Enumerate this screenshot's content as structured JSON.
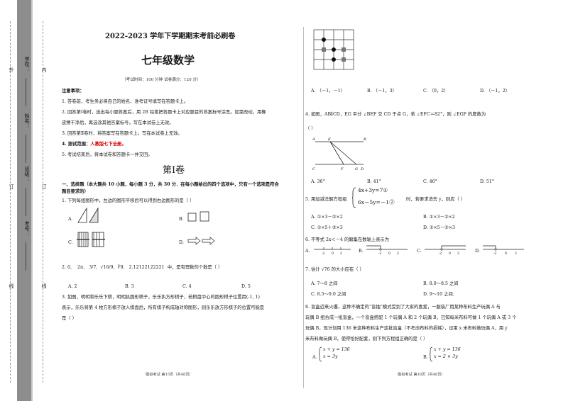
{
  "binding": {
    "outer_chars": [
      "外",
      "订",
      "线"
    ],
    "inner_chars": [
      "内",
      "订",
      "线"
    ],
    "fields": [
      "学校：",
      "姓名：",
      "班级：",
      "考号："
    ]
  },
  "left_page": {
    "header": "2022-2023 学年下学期期末考前必刷卷",
    "subject": "七年级数学",
    "exam_info": "（考试时间：100 分钟   试卷满分：120 分）",
    "notice_title": "注意事项：",
    "notices": [
      "1. 答卷前，考生务必将自己的姓名、准考证号填写在答题卡上。",
      "2. 回答第Ⅰ卷时，选出每小题答案后，用 2B 铅笔把答题卡上对应题目的答案标号涂黑。如需改动，用橡",
      "皮擦干净后，再选涂其他答案标号。写在本试卷上无效。",
      "3. 回答第Ⅱ卷时，将答案写在答题卡上。写在本试卷上无效。"
    ],
    "notice4_prefix": "4. 测试范围：",
    "notice4_range": "人教版七下全册。",
    "notice5": "5. 考试结束后，将本试卷和答题卡一并交回。",
    "section_title": "第Ⅰ卷",
    "part1_line1": "一、选择题（本大题共 10 小题，每小题 3 分，共 30 分．在每小题给出的四个选项中，只有一个选项是符合",
    "part1_line2": "题目要求的）",
    "q1": "1. 下列每组图形中，左边的图形平移后可以得到右边图形的是（ ）",
    "q1_opts": [
      "A.",
      "B.",
      "C.",
      "D."
    ],
    "q2_prefix": "2. 0,",
    "q2_items": [
      "2π",
      "3/7",
      "√16/9",
      "∛9",
      "2.12122122221"
    ],
    "q2_suffix": "中，是有理数的个数是（    ）",
    "q2_opts": [
      "A. 2",
      "B. 3",
      "C. 4",
      "D. 5"
    ],
    "q3_lines": [
      "3. 如图，明明和乐乐下棋，明明执圆形棋子，乐乐执方形棋子，若棋盘中心的圆形棋子位置用(-1, 1)",
      "表示，乐乐将第 4 枚方形棋子放入棋盘后，所有棋子构成轴对称图形，则乐乐放方形棋子的位置可能是",
      "是（    ）"
    ],
    "footer": "模拟考试  第15页（共48页）"
  },
  "right_page": {
    "q3_opts": [
      "A. （－1，－1）",
      "B. （－1，3）",
      "C. （0，2）",
      "D. （－1，2）"
    ],
    "q4_line": "4. 如图，AB∥CD，EG 平分 ∠BEF 交 CD 于点 G，若 ∠EFC＝82°，则 ∠EGF 的度数为",
    "q4_paren": "（    ）",
    "q4_fig_labels": [
      "A",
      "E",
      "B",
      "C",
      "F",
      "G",
      "D"
    ],
    "q4_opts": [
      "A. 36°",
      "B. 41°",
      "C. 46°",
      "D. 51°"
    ],
    "q5_prefix": "5. 用加减法解方程组",
    "q5_eq1": "4x+3y=7①",
    "q5_eq2": "6x－5y=－1②",
    "q5_suffix": "时，若要求消去 y，则应（    ）",
    "q5_opts": [
      "A. ①×3－②×2",
      "B. ①×3－②×2",
      "C. ①×5＋②×3",
      "D. ①×5－②×3"
    ],
    "q6": "6. 不等式 2x＜－4 的解集在数轴上表示为",
    "q6_opts": [
      "A.",
      "B.",
      "C.",
      "D."
    ],
    "q6_ticks": [
      "-2",
      "0",
      "2"
    ],
    "q7": "7. 估计 √76 的大小应在（    ）",
    "q7_opts": [
      "A. 7～8 之间",
      "B. 8.0～8.5 之间",
      "C. 8.5～9.0 之间",
      "D. 9～10 之间."
    ],
    "q8_lines": [
      "8. 盲盒近来火爆，这种不确定的“盲抽”模式受到了大家的喜爱，一服装厂用某种布料生产玩偶 A 与",
      "玩偶 B 组合成一批盲盒，一个盲盒搭配 1 个玩偶 A 和 2 个玩偶 B，已知每米布料可做 1 个玩偶 A 或 3 个",
      "玩偶 B，现计划用 136 米这种布料生产这批盲盒（不考虑布料的损耗），设用 x 米布料做玩偶 A，用 y",
      "米布料做玩偶 B，使得恰好配套，则下列方程组正确的是（    ）"
    ],
    "q8_optA": [
      "x + y = 136",
      "x = 3y"
    ],
    "q8_optB": [
      "x + y = 136",
      "x = 2 × 3y"
    ],
    "q8_labels": [
      "A.",
      "B."
    ],
    "footer": "模拟考试  第16页（共48页）"
  },
  "colors": {
    "binding_bar": "#8d8d8d",
    "highlight": "#d40000"
  }
}
